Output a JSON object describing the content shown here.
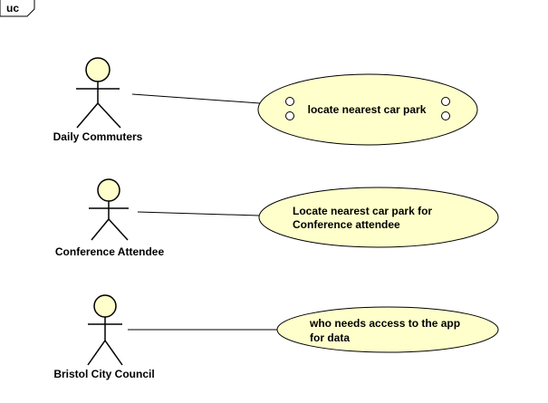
{
  "diagram": {
    "frame_label": "uc",
    "colors": {
      "fill": "#ffffcc",
      "stroke": "#000000",
      "background": "#ffffff"
    },
    "actors": [
      {
        "name": "Daily Commuters"
      },
      {
        "name": "Conference Attendee"
      },
      {
        "name": "Bristol City Council"
      }
    ],
    "use_cases": [
      {
        "lines": [
          "locate nearest car park"
        ]
      },
      {
        "lines": [
          "Locate nearest car park for",
          "Conference attendee"
        ]
      },
      {
        "lines": [
          "who needs access to the app",
          "for data"
        ]
      }
    ]
  }
}
